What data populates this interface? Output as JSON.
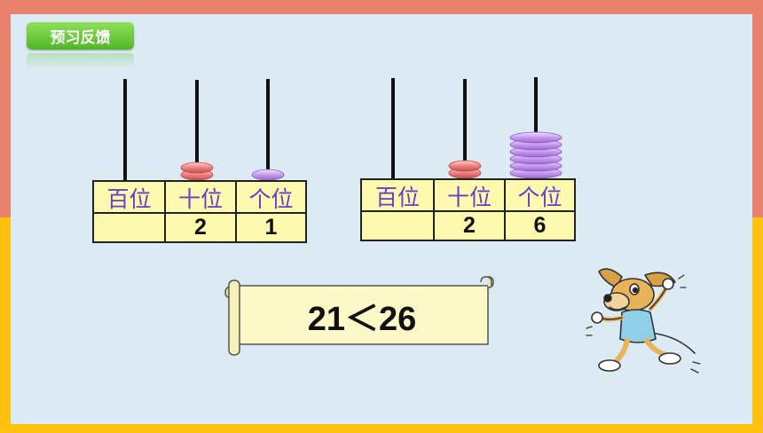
{
  "badge": {
    "label": "预习反馈"
  },
  "abacus_left": {
    "labels": [
      "百位",
      "十位",
      "个位"
    ],
    "digits": [
      "",
      "2",
      "1"
    ],
    "beads": [
      0,
      2,
      1
    ]
  },
  "abacus_right": {
    "labels": [
      "百位",
      "十位",
      "个位"
    ],
    "digits": [
      "",
      "2",
      "6"
    ],
    "beads": [
      0,
      2,
      6
    ]
  },
  "comparison": {
    "text": "21＜26"
  },
  "colors": {
    "frame_top": "#e8826e",
    "frame_bottom": "#fec10f",
    "panel": "#dcebf3",
    "cell": "#fdf9ae",
    "label": "#6a3cc8",
    "bead_tens": "#f08080",
    "bead_ones": "#c79af0"
  },
  "icons": {
    "character": "cartoon-dog-icon"
  }
}
